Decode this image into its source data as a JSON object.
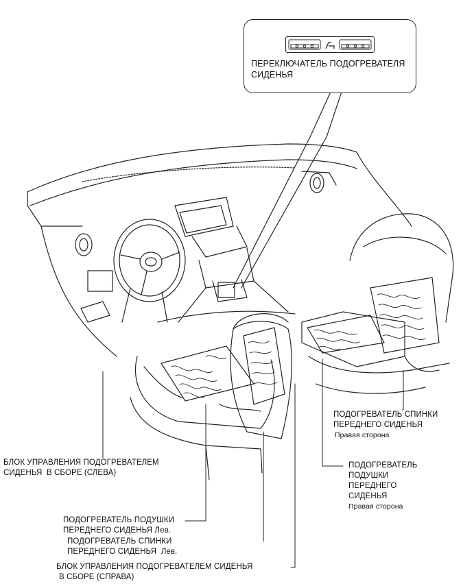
{
  "labels": {
    "switch_line1": "ПЕРЕКЛЮЧАТЕЛЬ ПОДОГРЕВАТЕЛЯ",
    "switch_line2": "СИДЕНЬЯ",
    "back_right_line1": "ПОДОГРЕВАТЕЛЬ СПИНКИ",
    "back_right_line2": "ПЕРЕДНЕГО СИДЕНЬЯ",
    "back_right_side": "Правая сторона",
    "cushion_right_line1": "ПОДОГРЕВАТЕЛЬ",
    "cushion_right_line2": "ПОДУШКИ",
    "cushion_right_line3": "ПЕРЕДНЕГО",
    "cushion_right_line4": "СИДЕНЬЯ",
    "cushion_right_side": "Правая сторона",
    "ecu_left_line1": "БЛОК УПРАВЛЕНИЯ ПОДОГРЕВАТЕЛЕМ",
    "ecu_left_line2": "СИДЕНЬЯ  В СБОРЕ (СЛЕВА)",
    "cushion_left_line1": "ПОДОГРЕВАТЕЛЬ ПОДУШКИ",
    "cushion_left_line2": "ПЕРЕДНЕГО СИДЕНЬЯ Лев.",
    "back_left_line1": "ПОДОГРЕВАТЕЛЬ СПИНКИ",
    "back_left_line2": "ПЕРЕДНЕГО СИДЕНЬЯ  Лев.",
    "ecu_right_line1": "БЛОК УПРАВЛЕНИЯ ПОДОГРЕВАТЕЛЕМ СИДЕНЬЯ",
    "ecu_right_line2": "В СБОРЕ (СПРАВА)"
  },
  "icons": [
    "seat-heater-switch-icon",
    "seat-icon"
  ],
  "colors": {
    "line": "#222222",
    "background": "#ffffff"
  }
}
